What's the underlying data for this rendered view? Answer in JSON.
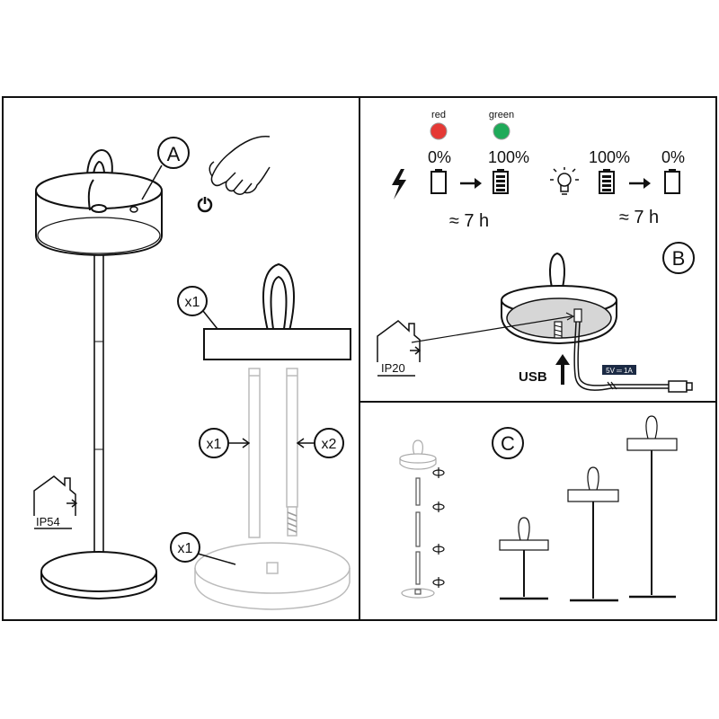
{
  "panel_a": {
    "label": "A",
    "callouts": [
      "x1",
      "x1",
      "x2",
      "x1"
    ],
    "ip_rating": "IP54"
  },
  "panel_b": {
    "label": "B",
    "led_red": "red",
    "led_green": "green",
    "charge_start": "0%",
    "charge_end": "100%",
    "charge_time": "≈ 7 h",
    "use_start": "100%",
    "use_end": "0%",
    "use_time": "≈ 7 h",
    "usb_label": "USB",
    "power_spec": "5V ═ 1A",
    "ip_rating": "IP20"
  },
  "panel_c": {
    "label": "C"
  },
  "colors": {
    "red_led": "#e53935",
    "green_led": "#1faa59",
    "line": "#111111"
  }
}
